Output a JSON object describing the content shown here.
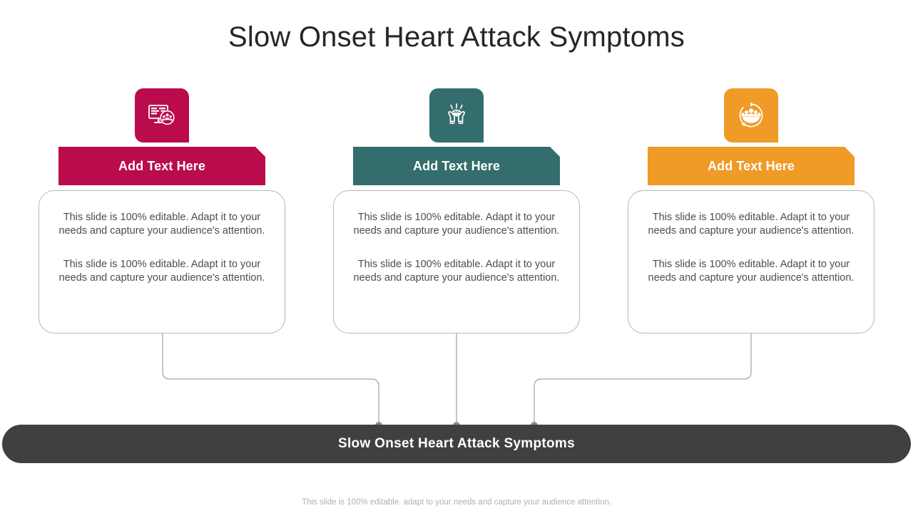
{
  "slide": {
    "title": "Slow Onset Heart Attack Symptoms",
    "footer_note": "This slide is 100% editable. adapt to your needs and capture your audience attention.",
    "background_color": "#FFFFFF"
  },
  "bottom_bar": {
    "label": "Slow Onset Heart Attack Symptoms",
    "color": "#404040",
    "text_color": "#FFFFFF"
  },
  "columns": [
    {
      "id": "column-1",
      "accent_color": "#BA0C4C",
      "icon": "monitor-people-icon",
      "banner_label": "Add Text Here",
      "paragraphs": [
        "This slide is 100% editable. Adapt it to your needs and capture your audience's attention.",
        "This slide is 100% editable. Adapt it to your needs and capture your audience's attention."
      ]
    },
    {
      "id": "column-2",
      "accent_color": "#336D6D",
      "icon": "hands-diamond-icon",
      "banner_label": "Add Text Here",
      "paragraphs": [
        "This slide is 100% editable. Adapt it to your needs and capture your audience's attention.",
        "This slide is 100% editable. Adapt it to your needs and capture your audience's attention."
      ]
    },
    {
      "id": "column-3",
      "accent_color": "#F09A27",
      "icon": "team-circle-arrow-icon",
      "banner_label": "Add Text Here",
      "paragraphs": [
        "This slide is 100% editable. Adapt it to your needs and capture your audience's attention.",
        "This slide is 100% editable. Adapt it to your needs and capture your audience's attention."
      ]
    }
  ],
  "connectors": {
    "line_color": "#8C8C8C",
    "dot_color": "#8C8C8C",
    "dot_count": 3
  }
}
